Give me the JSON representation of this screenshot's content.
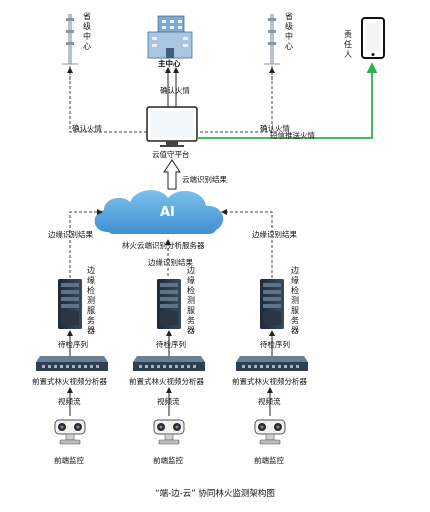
{
  "labels": {
    "province_center_left": "省级中心",
    "province_center_right": "省级中心",
    "main_center": "主中心",
    "responsible_person": "责任人",
    "confirm_fire_top": "确认火情",
    "confirm_fire_left": "确认火情",
    "confirm_fire_right": "确认火情",
    "sms_push": "短信推送火情",
    "cloud_platform": "云值守平台",
    "cloud_result": "云端识别结果",
    "ai": "AI",
    "cloud_server": "林火云端识别分析服务器",
    "edge_result_left": "边缘识别结果",
    "edge_result_center": "边缘识别结果",
    "edge_result_right": "边缘识别结果",
    "edge_server": "边缘检测服务器",
    "pending_queue": "待检序列",
    "front_analyzer": "前置式林火视频分析器",
    "video_stream": "视频流",
    "front_monitor": "前端监控"
  },
  "caption": "“端-边-云” 协同林火监测架构图",
  "colors": {
    "cloud": "#4f9fdc",
    "sms_arrow": "#2db34a",
    "line": "#222222",
    "dashed": "#444444"
  },
  "icons": {
    "tower": "signal-tower-icon",
    "building": "office-building-icon",
    "phone": "smartphone-icon",
    "monitor": "monitor-icon",
    "server": "server-rack-icon",
    "analyzer": "network-switch-icon",
    "camera": "surveillance-camera-icon"
  }
}
